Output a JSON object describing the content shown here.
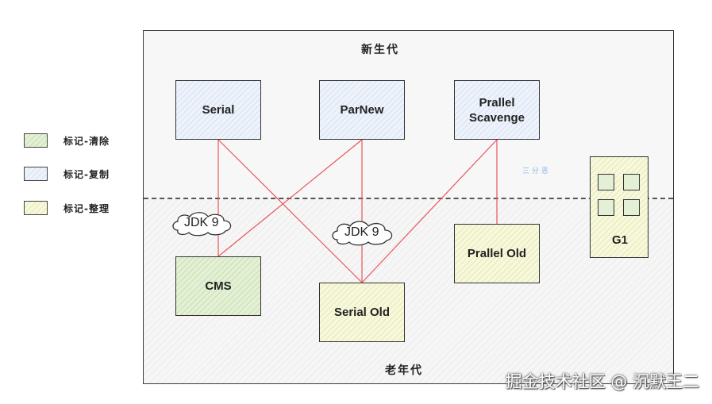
{
  "generations": {
    "young": "新生代",
    "old": "老年代"
  },
  "legend": [
    {
      "label": "标记-清除",
      "color": "#e4f0d6"
    },
    {
      "label": "标记-复制",
      "color": "#eef3fb"
    },
    {
      "label": "标记-整理",
      "color": "#f7f8dc"
    }
  ],
  "collectors": {
    "serial": "Serial",
    "parnew": "ParNew",
    "parallel_scavenge": "Prallel\nScavenge",
    "cms": "CMS",
    "serial_old": "Serial Old",
    "parallel_old": "Prallel Old",
    "g1": "G1"
  },
  "annotations": {
    "jdk9_left": "JDK 9",
    "jdk9_right": "JDK 9"
  },
  "connections": [
    [
      "serial",
      "cms"
    ],
    [
      "serial",
      "serial_old"
    ],
    [
      "parnew",
      "cms"
    ],
    [
      "parnew",
      "serial_old"
    ],
    [
      "parallel_scavenge",
      "serial_old"
    ],
    [
      "parallel_scavenge",
      "parallel_old"
    ]
  ],
  "colors": {
    "connection": "#e8555b",
    "mark_sweep": "#e4f0d6",
    "mark_copy": "#eef3fb",
    "mark_compact": "#f7f8dc"
  },
  "watermark": {
    "small": "三 分 恶",
    "main": "掘金技术社区 @ 沉默王二"
  }
}
